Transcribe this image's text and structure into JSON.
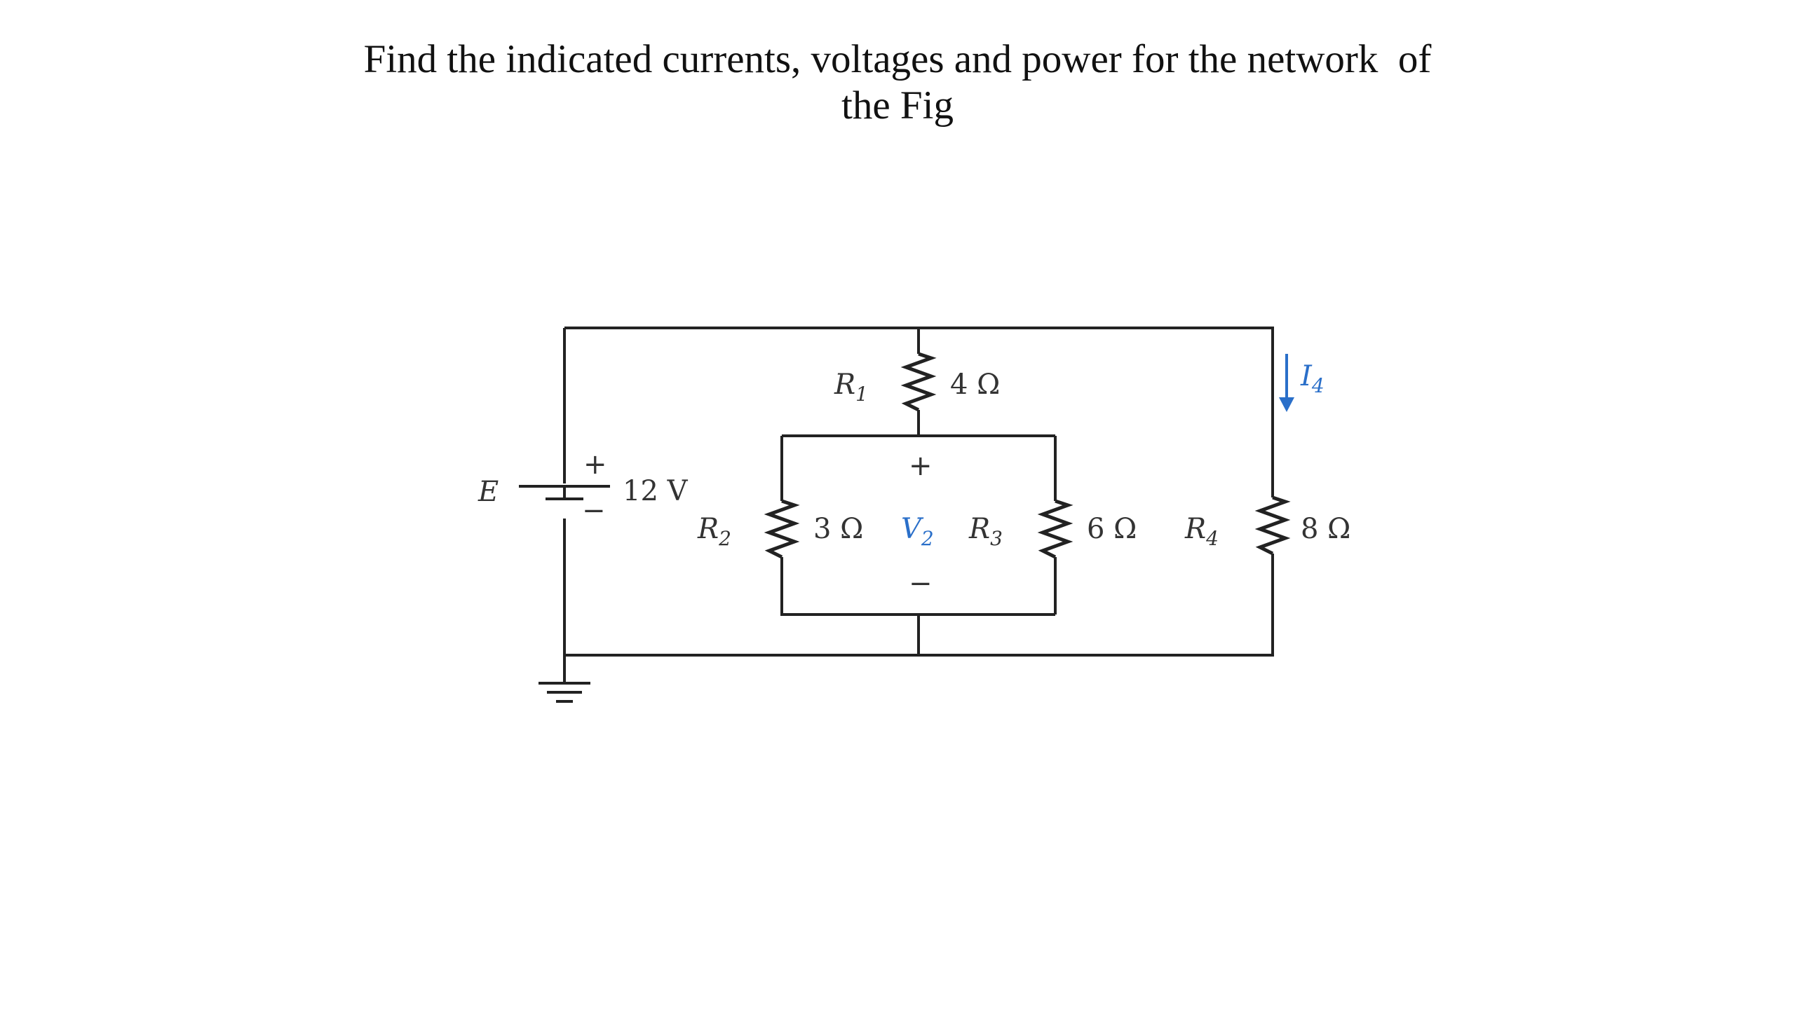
{
  "question": {
    "line1": "Find the indicated currents, voltages and power for the network  of",
    "line2": "the Fig"
  },
  "circuit": {
    "source": {
      "name": "E",
      "value": "12 V",
      "plus": "+",
      "minus": "−"
    },
    "resistors": [
      {
        "name": "R",
        "sub": "1",
        "value": "4 Ω"
      },
      {
        "name": "R",
        "sub": "2",
        "value": "3 Ω"
      },
      {
        "name": "R",
        "sub": "3",
        "value": "6 Ω"
      },
      {
        "name": "R",
        "sub": "4",
        "value": "8 Ω"
      }
    ],
    "voltage_label": {
      "name": "V",
      "sub": "2",
      "plus": "+",
      "minus": "−"
    },
    "current_label": {
      "name": "I",
      "sub": "4"
    },
    "colors": {
      "wire": "#222222",
      "annotation": "#2a6fc9",
      "text": "#333333"
    }
  }
}
